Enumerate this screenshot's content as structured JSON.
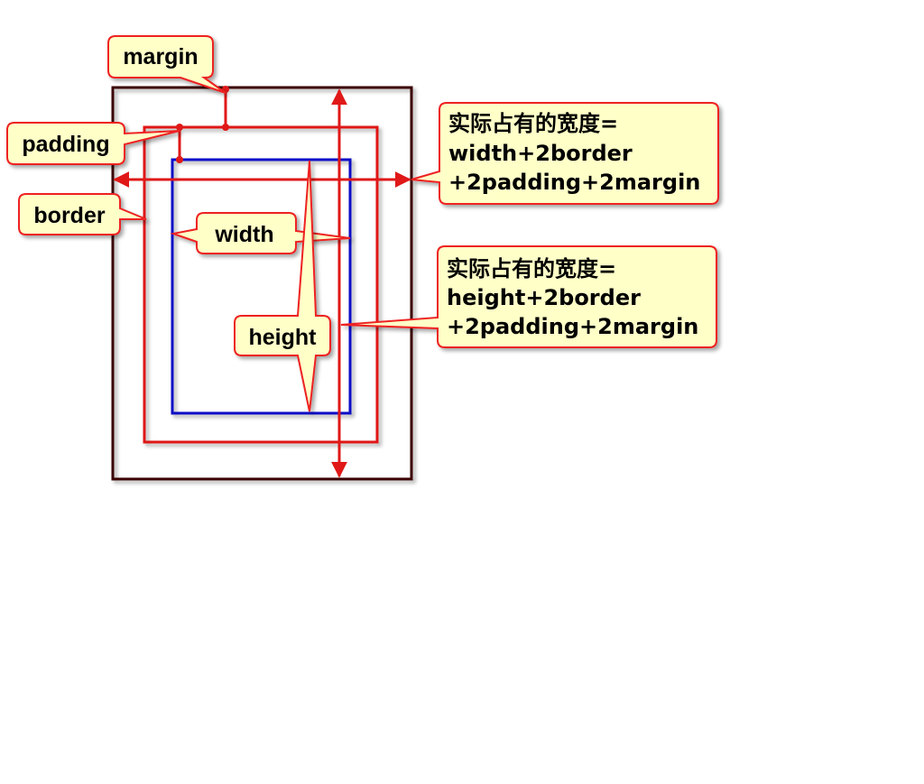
{
  "labels": {
    "margin": "margin",
    "padding": "padding",
    "border": "border",
    "width": "width",
    "height": "height"
  },
  "notes": {
    "width": {
      "line1": "实际占有的宽度=",
      "line2": "width+2border",
      "line3": "+2padding+2margin"
    },
    "height": {
      "line1": "实际占有的宽度=",
      "line2": "height+2border",
      "line3": "+2padding+2margin"
    }
  },
  "colors": {
    "outer_box": "#3a0000",
    "border_box": "#e01818",
    "content_box": "#0a10c8",
    "callout_fill": "#ffffc8",
    "callout_stroke": "#ee2020",
    "arrow": "#e01818"
  }
}
